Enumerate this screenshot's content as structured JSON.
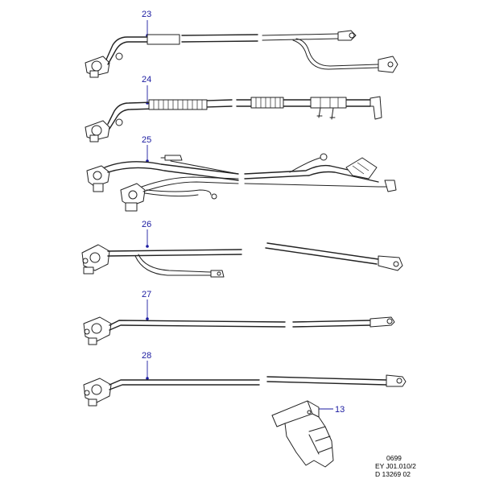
{
  "callouts": {
    "c23": "23",
    "c24": "24",
    "c25": "25",
    "c26": "26",
    "c27": "27",
    "c28": "28",
    "c13": "13"
  },
  "codes": {
    "line1": "0699",
    "line2": "EY J01.010/2",
    "line3": "D 13269 02"
  },
  "colors": {
    "callout": "#1a1aa0",
    "line": "#222222"
  }
}
